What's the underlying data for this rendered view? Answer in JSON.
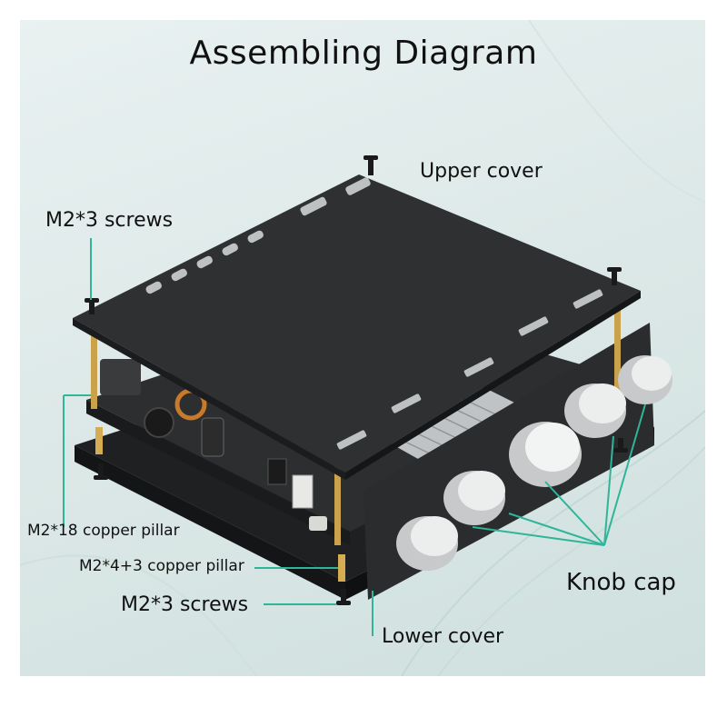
{
  "diagram": {
    "title": "Assembling Diagram",
    "labels": {
      "upper_cover": "Upper cover",
      "top_screws": "M2*3 screws",
      "pillar_18": "M2*18 copper pillar",
      "pillar_43": "M2*4+3 copper pillar",
      "bottom_screws": "M2*3 screws",
      "knob_cap": "Knob cap",
      "lower_cover": "Lower cover"
    },
    "knob_count": 5,
    "colors": {
      "board": "#2a2b2d",
      "leader_line": "#2fb59a",
      "copper": "#c9a24b",
      "knob": "#d8dadb"
    }
  }
}
